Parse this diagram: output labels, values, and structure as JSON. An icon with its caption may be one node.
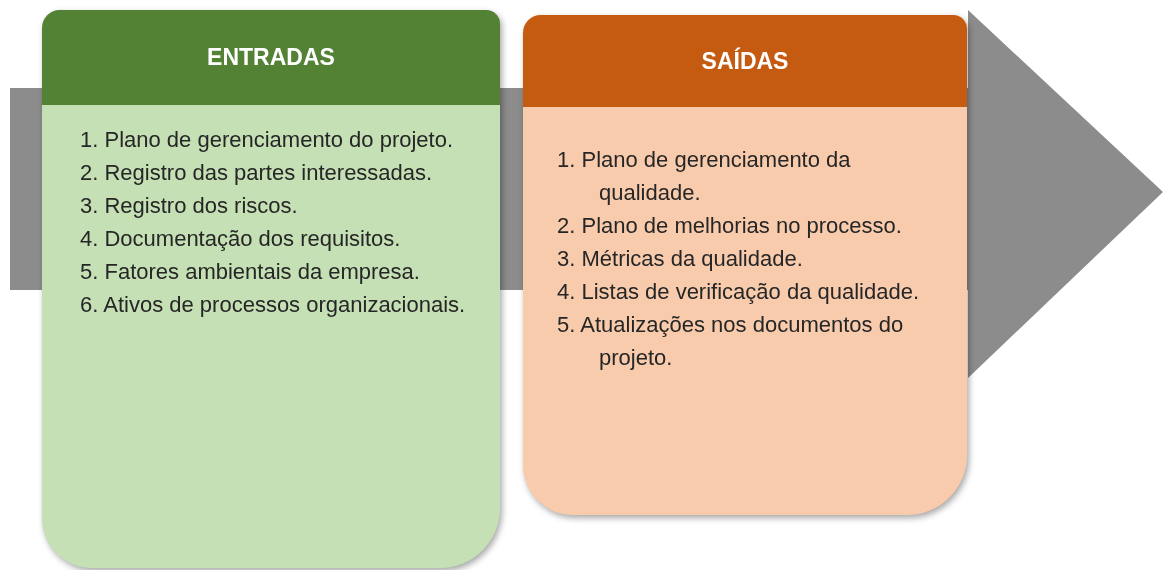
{
  "diagram": {
    "nodes": [
      {
        "text": [
          "ENTRADAS",
          "1. Plano de gerenciamento do projeto.",
          "2. Registro das partes interessadas.",
          "3. Registro dos riscos.",
          "4. Documentação dos requisitos.",
          "5. Fatores ambientais da empresa.",
          "6. Ativos de processos organizacionais."
        ]
      },
      {
        "text": [
          "SAÍDAS",
          "1. Plano de gerenciamento da qualidade.",
          "2. Plano de melhorias no processo.",
          "3. Métricas da qualidade.",
          "4. Listas de verificação da qualidade.",
          "5. Atualizações nos documentos do projeto."
        ]
      }
    ]
  }
}
